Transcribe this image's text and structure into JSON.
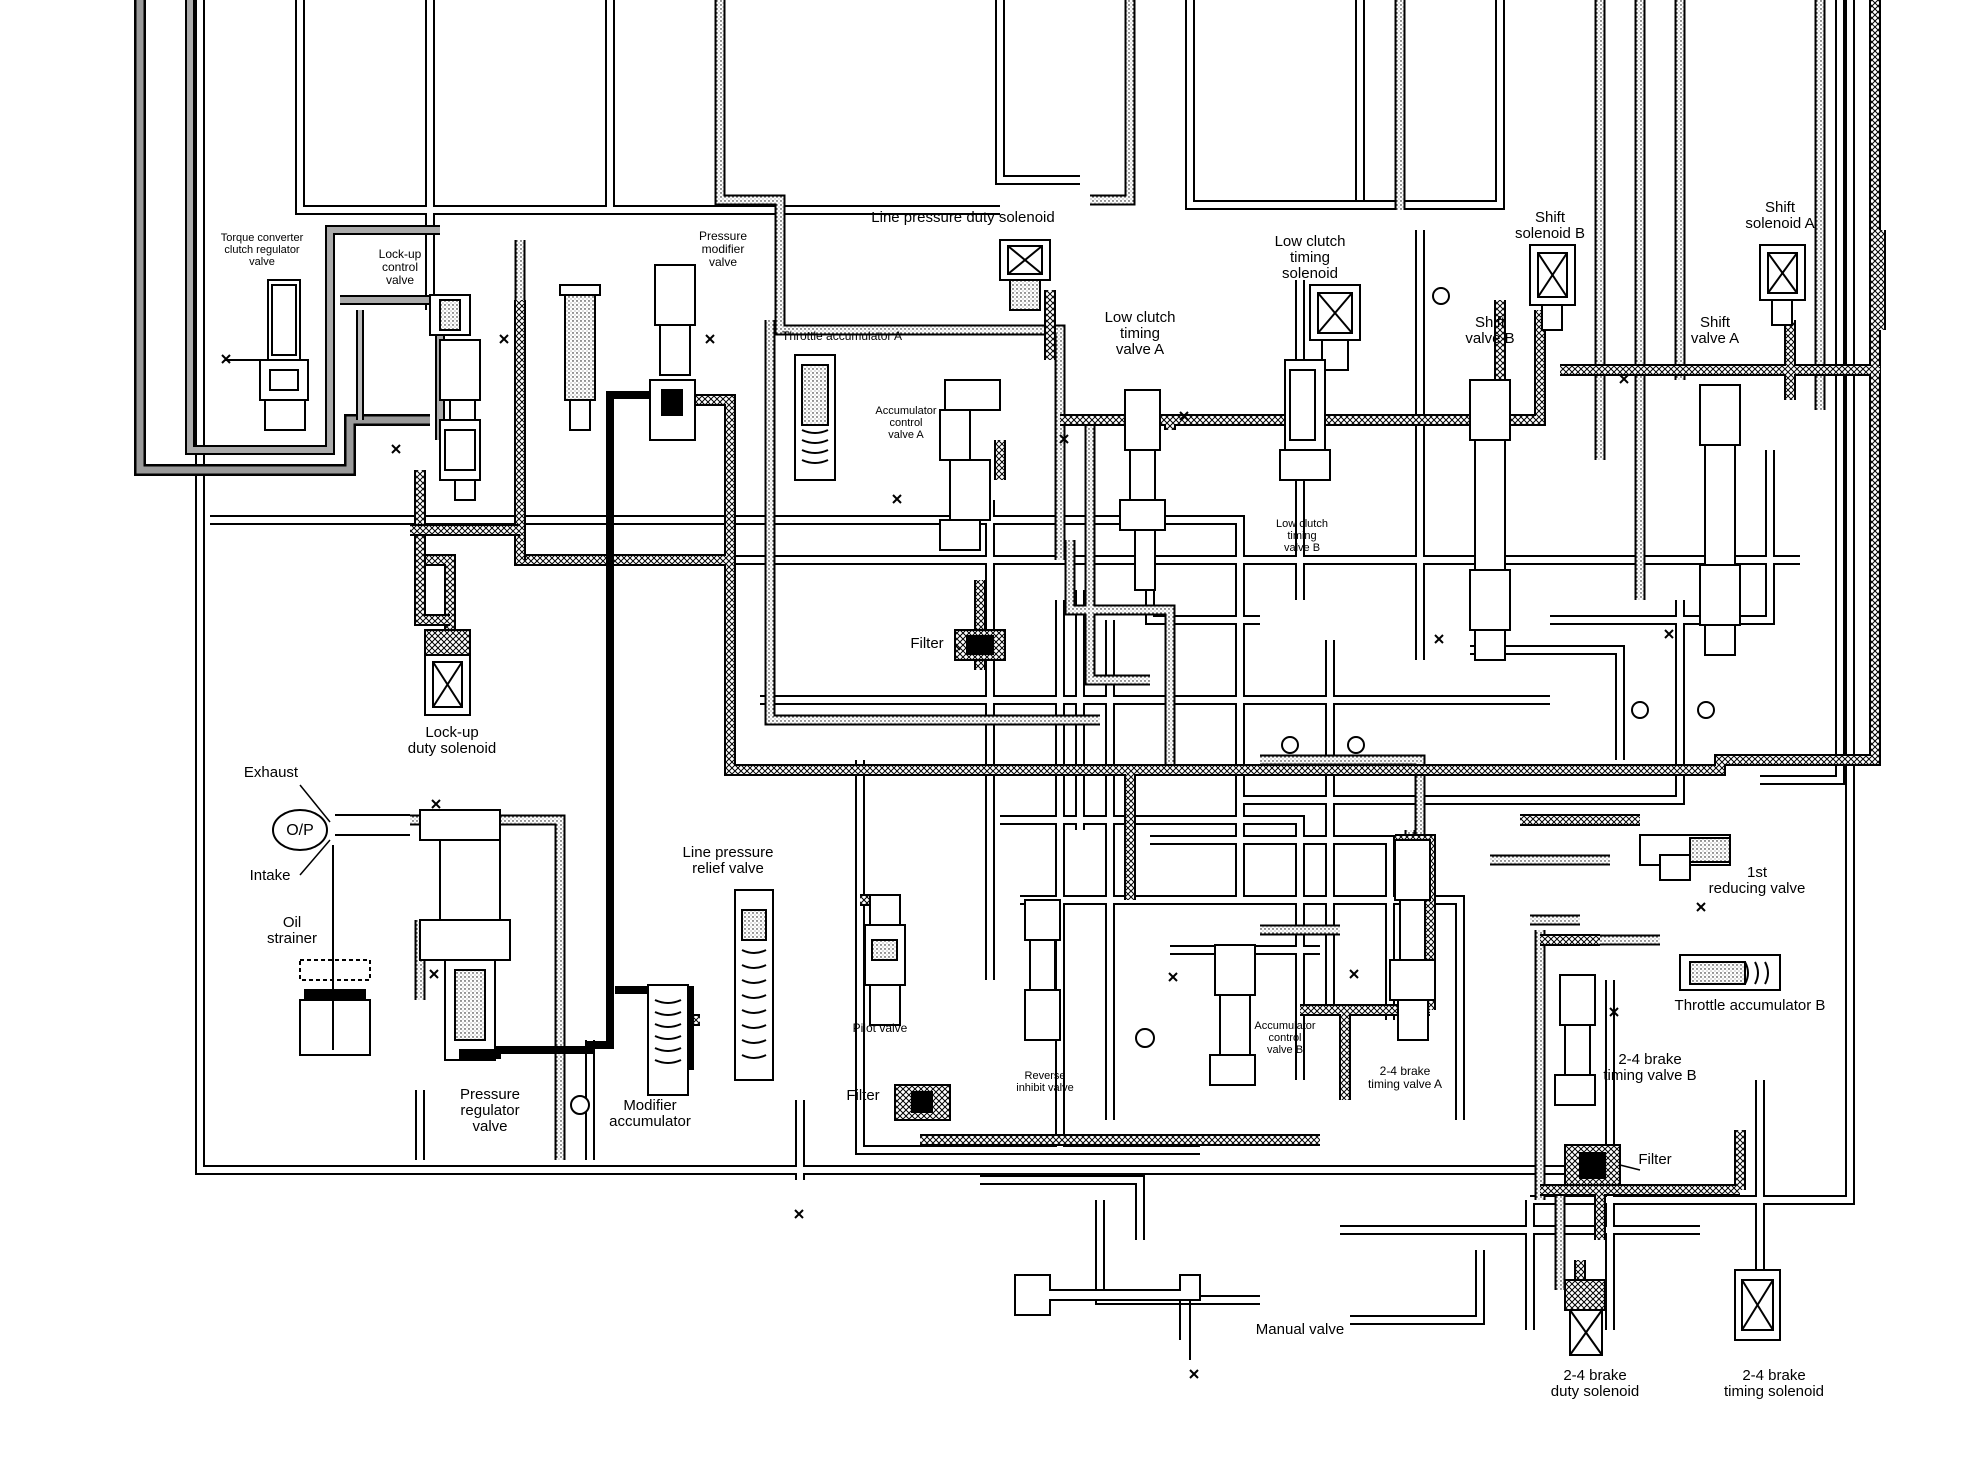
{
  "labels": {
    "torque_converter_valve": "Torque converter\nclutch regulator\nvalve",
    "lockup_control_valve": "Lock-up\ncontrol\nvalve",
    "pressure_modifier_valve": "Pressure\nmodifier\nvalve",
    "line_pressure_duty_solenoid": "Line pressure duty solenoid",
    "low_clutch_timing_solenoid": "Low clutch\ntiming\nsolenoid",
    "shift_solenoid_b": "Shift\nsolenoid B",
    "shift_solenoid_a": "Shift\nsolenoid A",
    "throttle_accumulator_a": "Throttle accumulator A",
    "low_clutch_timing_valve_a": "Low clutch\ntiming\nvalve A",
    "shift_valve_b": "Shift\nvalve B",
    "shift_valve_a": "Shift\nvalve A",
    "accumulator_control_valve_a": "Accumulator\ncontrol\nvalve A",
    "low_clutch_timing_valve_b": "Low clutch\ntiming\nvalve B",
    "filter_upper": "Filter",
    "lockup_duty_solenoid": "Lock-up\nduty solenoid",
    "exhaust": "Exhaust",
    "op": "O/P",
    "intake": "Intake",
    "oil_strainer": "Oil\nstrainer",
    "line_pressure_relief_valve": "Line pressure\nrelief valve",
    "first_reducing_valve": "1st\nreducing valve",
    "throttle_accumulator_b": "Throttle accumulator B",
    "pilot_valve": "Pilot valve",
    "reverse_inhibit_valve": "Reverse\ninhibit valve",
    "accumulator_control_valve_b": "Accumulator\ncontrol\nvalve B",
    "brake_timing_valve_a": "2-4 brake\ntiming valve A",
    "brake_timing_valve_b": "2-4 brake\ntiming valve B",
    "pressure_regulator_valve": "Pressure\nregulator\nvalve",
    "modifier_accumulator": "Modifier\naccumulator",
    "filter_lower": "Filter",
    "filter_right": "Filter",
    "manual_valve": "Manual valve",
    "brake_duty_solenoid": "2-4 brake\nduty solenoid",
    "brake_timing_solenoid": "2-4 brake\ntiming solenoid"
  }
}
